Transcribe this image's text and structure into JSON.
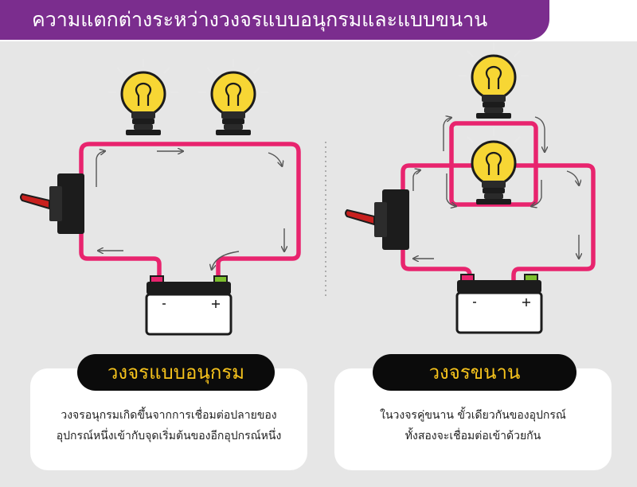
{
  "title": "ความแตกต่างระหว่างวงจรแบบอนุกรมและแบบขนาน",
  "series_circuit": {
    "label": "วงจรแบบอนุกรม",
    "description_line1": "วงจรอนุกรมเกิดขึ้นจากการเชื่อมต่อปลายของ",
    "description_line2": "อุปกรณ์หนึ่งเข้ากับจุดเริ่มต้นของอีกอุปกรณ์หนึ่ง"
  },
  "parallel_circuit": {
    "label": "วงจรขนาน",
    "description_line1": "ในวงจรคู่ขนาน ขั้วเดียวกันของอุปกรณ์",
    "description_line2": "ทั้งสองจะเชื่อมต่อเข้าด้วยกัน"
  },
  "colors": {
    "title_bar": "#7b2d8e",
    "wire": "#e8246e",
    "bulb": "#f7d634",
    "label_text": "#f6c31c",
    "switch_lever": "#c8201e",
    "battery_positive": "#e8246e",
    "battery_negative": "#7dbf2e"
  }
}
